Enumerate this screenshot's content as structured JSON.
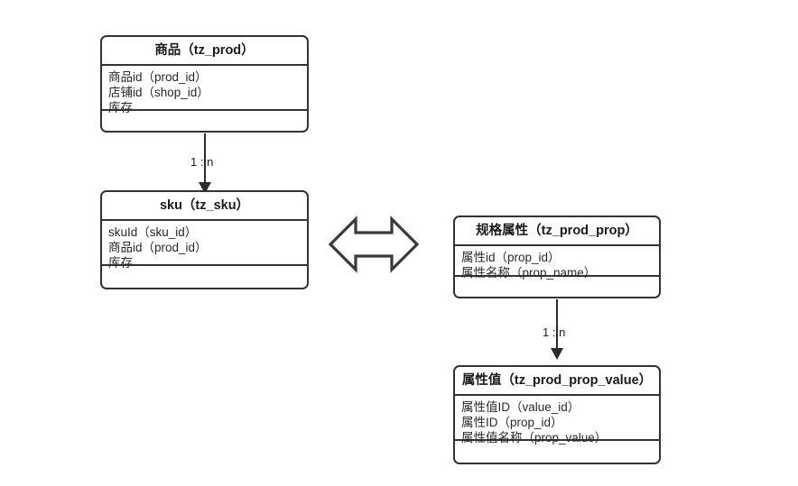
{
  "diagram": {
    "title_visible": false,
    "background": "#ffffff",
    "line_color": "#333333",
    "text_color": "#1f1f1f"
  },
  "entities": [
    {
      "key": "prod",
      "header": "商品（tz_prod）",
      "attributes": [
        "商品id（prod_id）",
        "店铺id（shop_id）",
        "库存"
      ],
      "footer": ""
    },
    {
      "key": "sku",
      "header": "sku（tz_sku）",
      "attributes": [
        "skuId（sku_id）",
        "商品id（prod_id）",
        "库存"
      ],
      "footer": ""
    },
    {
      "key": "prop",
      "header": "规格属性（tz_prod_prop）",
      "attributes": [
        "属性id（prop_id）",
        "属性名称（prop_name）"
      ],
      "footer": ""
    },
    {
      "key": "propval",
      "header": "属性值（tz_prod_prop_value）",
      "attributes": [
        "属性值ID（value_id）",
        "属性ID（prop_id）",
        "属性值名称（prop_value）"
      ],
      "footer": ""
    }
  ],
  "connectors": [
    {
      "key": "prod-sku",
      "from": "prod",
      "to": "sku",
      "cardinality": "1 : n",
      "style": "solid-arrow-down"
    },
    {
      "key": "prop-val",
      "from": "prop",
      "to": "propval",
      "cardinality": "1 : n",
      "style": "solid-arrow-down"
    }
  ],
  "shapes": [
    {
      "key": "bidirectional-arrow",
      "icon": "double-arrow-horizontal-icon",
      "relates": [
        "sku",
        "prop"
      ]
    }
  ]
}
